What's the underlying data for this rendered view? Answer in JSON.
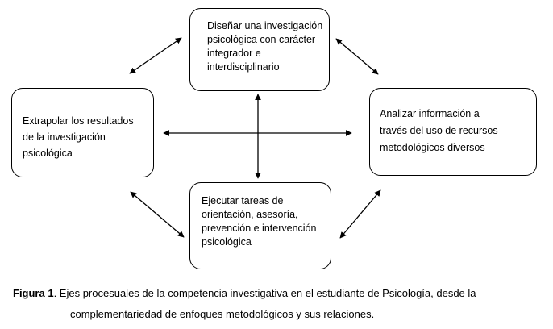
{
  "diagram": {
    "nodes": {
      "top": "Diseñar una investigación\npsicológica con carácter\nintegrador e\ninterdisciplinario",
      "left": "Extrapolar los resultados\nde la investigación\npsicológica",
      "right": "Analizar información a\ntravés del uso de recursos\nmetodológicos diversos",
      "bottom": "Ejecutar tareas de\norientación, asesoría,\n prevención e intervención\n psicológica"
    },
    "connections": [
      {
        "from": "top",
        "to": "left",
        "arrowheads": "both"
      },
      {
        "from": "top",
        "to": "right",
        "arrowheads": "both"
      },
      {
        "from": "left",
        "to": "bottom",
        "arrowheads": "both"
      },
      {
        "from": "right",
        "to": "bottom",
        "arrowheads": "both"
      },
      {
        "from": "left",
        "to": "right",
        "arrowheads": "both"
      },
      {
        "from": "top",
        "to": "bottom",
        "arrowheads": "both"
      }
    ],
    "line_color": "#000000",
    "box_border_color": "#000000"
  },
  "caption": {
    "label": "Figura 1",
    "text_line_1": ". Ejes procesuales de la competencia investigativa en el estudiante de Psicología, desde la",
    "text_line_2": "complementariedad de enfoques metodológicos y sus relaciones."
  }
}
